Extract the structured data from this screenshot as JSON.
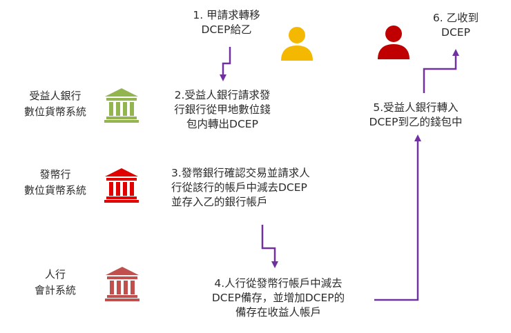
{
  "steps": {
    "s1": [
      "1. 甲請求轉移",
      "DCEP給乙"
    ],
    "s2": [
      "2.受益人銀行請求發",
      "行銀行從甲地數位錢",
      "包内轉出DCEP"
    ],
    "s3": [
      "3.發幣銀行確認交易並請求人",
      "行從該行的帳戶中減去DCEP",
      "並存入乙的銀行帳戶"
    ],
    "s4": [
      "4.人行從發幣行帳戶中減去",
      "DCEP備存，並增加DCEP的",
      "備存在收益人帳戶"
    ],
    "s5": [
      "5.受益人銀行轉入",
      "DCEP到乙的錢包中"
    ],
    "s6": [
      "6. 乙收到",
      "DCEP"
    ]
  },
  "banks": {
    "beneficiary": [
      "受益人銀行",
      "數位貨幣系統"
    ],
    "issuer": [
      "發幣行",
      "數位貨幣系統"
    ],
    "central": [
      "人行",
      "會計系統"
    ]
  },
  "icons": {
    "person_a": "person-icon",
    "person_b": "person-icon",
    "bank": "bank-icon"
  },
  "colors": {
    "arrow": "#7030a0",
    "person_a": "#f5b800",
    "person_b": "#c00000",
    "bank_beneficiary": "#92b550",
    "bank_issuer": "#e00000",
    "bank_central": "#c0504d"
  }
}
